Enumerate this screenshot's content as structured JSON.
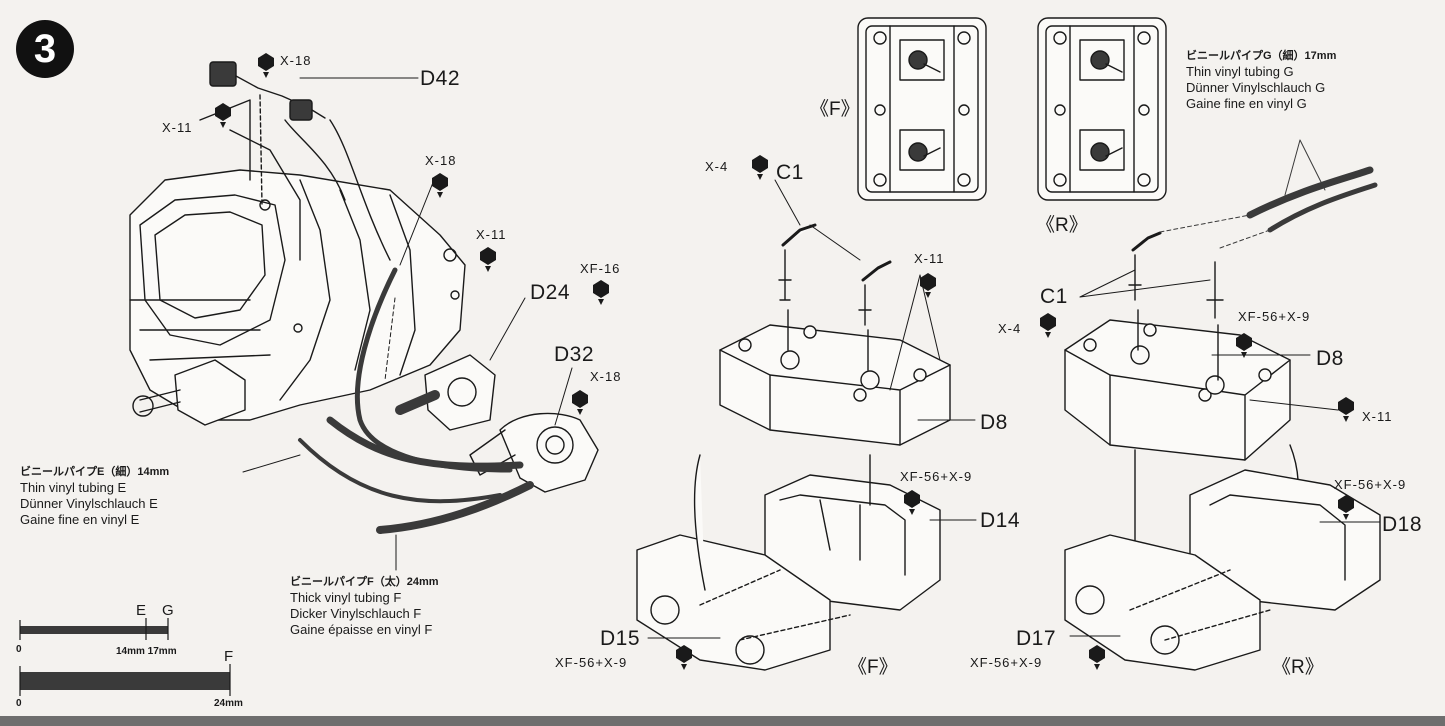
{
  "step_number": "3",
  "labels": {
    "x18_top": "X-18",
    "d42": "D42",
    "x11_left": "X-11",
    "x18_mid": "X-18",
    "x11_mid": "X-11",
    "xf16": "XF-16",
    "d24": "D24",
    "d32": "D32",
    "x18_right": "X-18",
    "x4_f": "X-4",
    "c1_f": "C1",
    "x11_f": "X-11",
    "view_f_top": "《F》",
    "view_r_top": "《R》",
    "c1_r": "C1",
    "x4_r": "X-4",
    "xf56_x9_r1": "XF-56+X-9",
    "d8_r": "D8",
    "x11_r": "X-11",
    "d8_f": "D8",
    "xf56_x9_f1": "XF-56+X-9",
    "d14": "D14",
    "xf56_x9_r2": "XF-56+X-9",
    "d18": "D18",
    "d15": "D15",
    "xf56_x9_f2": "XF-56+X-9",
    "view_f_bottom": "《F》",
    "d17": "D17",
    "xf56_x9_r3": "XF-56+X-9",
    "view_r_bottom": "《R》"
  },
  "tubes": {
    "e": {
      "jp": "ビニールパイプE（細）14mm",
      "en": "Thin vinyl tubing E",
      "de": "Dünner Vinylschlauch E",
      "fr": "Gaine fine en vinyl E"
    },
    "f": {
      "jp": "ビニールパイプF（太）24mm",
      "en": "Thick vinyl tubing F",
      "de": "Dicker Vinylschlauch F",
      "fr": "Gaine épaisse en vinyl F"
    },
    "g": {
      "jp": "ビニールパイプG（細）17mm",
      "en": "Thin vinyl tubing G",
      "de": "Dünner Vinylschlauch G",
      "fr": "Gaine fine en vinyl G"
    }
  },
  "scale": {
    "label_e": "E",
    "label_g": "G",
    "label_f": "F",
    "zero_1": "0",
    "zero_2": "0",
    "mark_thin": "14mm 17mm",
    "mark_thick": "24mm"
  },
  "colors": {
    "ink": "#1a1a1a",
    "paper": "#f4f2ef",
    "tube": "#3a3a3a"
  }
}
